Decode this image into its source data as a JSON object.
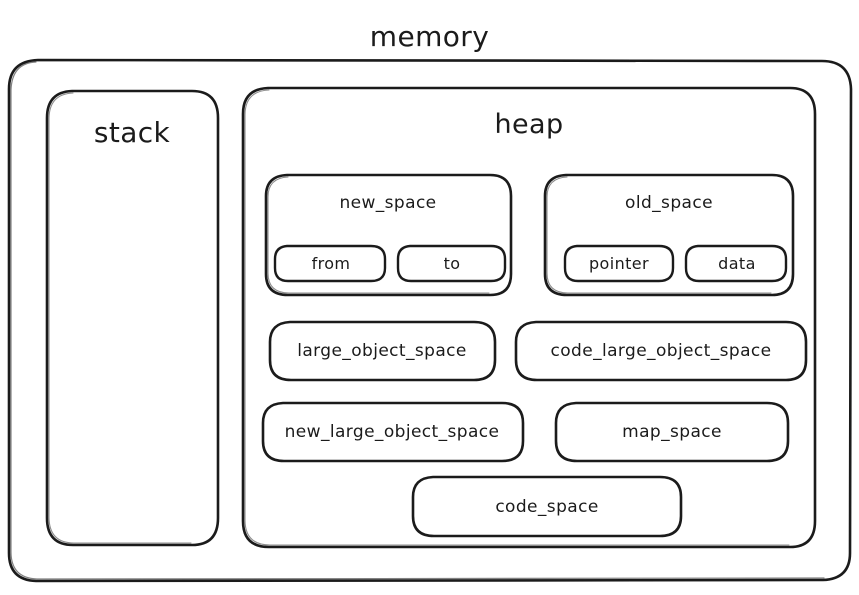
{
  "diagram": {
    "title": "memory",
    "style": {
      "background": "#ffffff",
      "stroke": "#1b1b1b",
      "fill": "none"
    },
    "regions": {
      "memory": {
        "label": "memory",
        "children": [
          "stack",
          "heap"
        ]
      },
      "stack": {
        "label": "stack"
      },
      "heap": {
        "label": "heap",
        "children": [
          "new_space",
          "old_space",
          "large_object_space",
          "code_large_object_space",
          "new_large_object_space",
          "map_space",
          "code_space"
        ]
      },
      "new_space": {
        "label": "new_space",
        "children": [
          "from",
          "to"
        ]
      },
      "old_space": {
        "label": "old_space",
        "children": [
          "pointer",
          "data"
        ]
      },
      "from": {
        "label": "from"
      },
      "to": {
        "label": "to"
      },
      "pointer": {
        "label": "pointer"
      },
      "data": {
        "label": "data"
      },
      "large_object_space": {
        "label": "large_object_space"
      },
      "code_large_object_space": {
        "label": "code_large_object_space"
      },
      "new_large_object_space": {
        "label": "new_large_object_space"
      },
      "map_space": {
        "label": "map_space"
      },
      "code_space": {
        "label": "code_space"
      }
    }
  }
}
